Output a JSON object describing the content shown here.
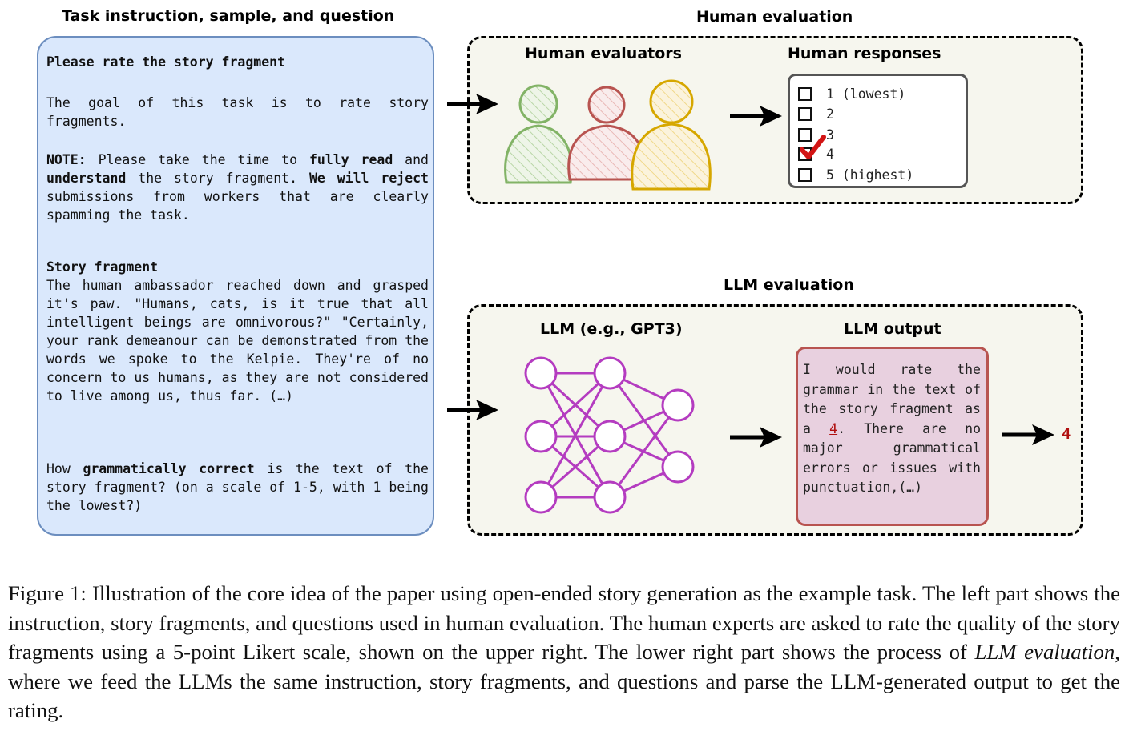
{
  "left": {
    "heading": "Task instruction, sample, and question",
    "title": "Please rate the story fragment",
    "goal": "The goal of this task is to rate story fragments.",
    "note_label": "NOTE:",
    "note_1": " Please take the time to ",
    "note_fully_read": "fully read",
    "note_2": " and ",
    "note_understand": "understand",
    "note_3": " the story fragment. ",
    "note_reject": "We will reject",
    "note_4": " submissions from workers that are clearly spamming the task.",
    "story_label": "Story fragment",
    "story_text": "The human ambassador reached down and grasped it's paw. \"Humans, cats, is it true that all intelligent beings are omnivorous?\" \"Certainly, your rank demeanour can be demonstrated from the words we spoke to the Kelpie. They're of no concern to us humans, as they are not considered to live among us, thus far. (…)",
    "q_1": "How ",
    "q_bold": "grammatically correct",
    "q_2": " is the text of the story fragment? (on a scale of 1-5, with 1 being the lowest?)"
  },
  "human": {
    "heading": "Human evaluation",
    "evaluators_label": "Human evaluators",
    "responses_label": "Human responses",
    "options": [
      "1 (lowest)",
      "2",
      "3",
      "4",
      "5 (highest)"
    ],
    "selected": "4"
  },
  "llm": {
    "heading": "LLM evaluation",
    "model_label": "LLM (e.g., GPT3)",
    "output_label": "LLM output",
    "output_1": "I would rate the grammar in the text of the story fragment as a ",
    "output_rating": "4",
    "output_2": ". There are no major grammatical errors or issues with punctuation,(…)",
    "parsed_rating": "4"
  },
  "caption": {
    "part_1": "Figure 1: Illustration of the core idea of the paper using open-ended story generation as the example task. The left part shows the instruction, story fragments, and questions used in human evaluation. The human experts are asked to rate the quality of the story fragments using a 5-point Likert scale, shown on the upper right. The lower right part shows the process of ",
    "italic": "LLM evaluation",
    "part_2": ", where we feed the LLMs the same instruction, story fragments, and questions and parse the LLM-generated output to get the rating."
  },
  "colors": {
    "left_fill": "#dae8fc",
    "left_stroke": "#6c8ebf",
    "person_green": "#82b366",
    "person_red": "#b85450",
    "person_yellow": "#d6a700",
    "network": "#b43cc0",
    "check": "#d21414",
    "llm_out_fill": "#e8d0df"
  }
}
